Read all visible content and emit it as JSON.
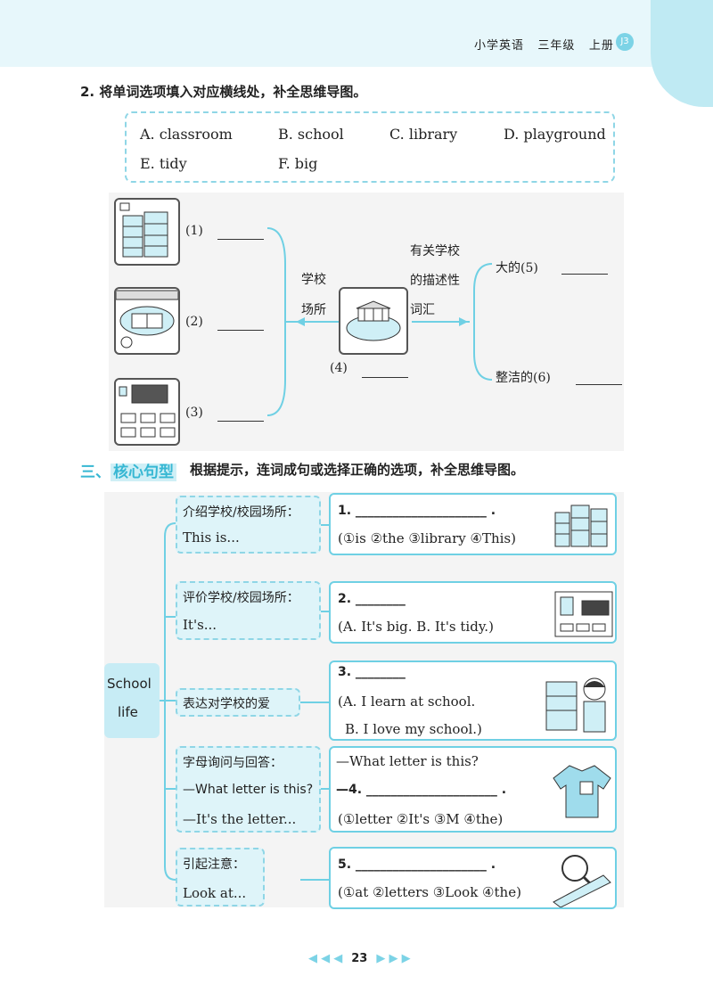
{
  "header": {
    "book": "小学英语",
    "grade": "三年级",
    "volume": "上册",
    "badge": "J3"
  },
  "question2": {
    "title": "2. 将单词选项填入对应横线处，补全思维导图。",
    "options": [
      "A. classroom",
      "B. school",
      "C. library",
      "D. playground",
      "E. tidy",
      "F. big"
    ]
  },
  "mindmap1": {
    "places_label": [
      "学校",
      "场所"
    ],
    "desc_label": [
      "有关学校",
      "的描述性",
      "词汇"
    ],
    "blank1": "(1)",
    "blank2": "(2)",
    "blank3": "(3)",
    "blank4": "(4)",
    "blank5": "大的(5)",
    "blank6": "整洁的(6)"
  },
  "section3": {
    "tag_prefix": "三、",
    "tag": "核心句型",
    "description": "根据提示，连词成句或选择正确的选项，补全思维导图。",
    "center": [
      "School",
      "life"
    ],
    "rows": [
      {
        "left": [
          "介绍学校/校园场所：",
          "This is..."
        ],
        "right": [
          "1. _____________________ .",
          "(①is ②the ③library ④This)"
        ]
      },
      {
        "left": [
          "评价学校/校园场所：",
          "It's..."
        ],
        "right": [
          "2. ________",
          "(A. It's big. B. It's tidy.)"
        ]
      },
      {
        "left": [
          "表达对学校的爱"
        ],
        "right": [
          "3. ________",
          "(A. I learn at school.",
          "B. I love my school.)"
        ]
      },
      {
        "left": [
          "字母询问与回答：",
          "—What letter is this?",
          "—It's the letter..."
        ],
        "right": [
          "—What letter is this?",
          "—4. _____________________ .",
          "(①letter ②It's ③M ④the)"
        ]
      },
      {
        "left": [
          "引起注意：",
          "Look at..."
        ],
        "right": [
          "5. _____________________ .",
          "(①at ②letters ③Look ④the)"
        ]
      }
    ]
  },
  "footer": {
    "page": "23",
    "arrows_left": "◀ ◀ ◀",
    "arrows_right": "▶ ▶ ▶"
  },
  "colors": {
    "accent": "#6fd0e4",
    "tag": "#37b7d3"
  }
}
